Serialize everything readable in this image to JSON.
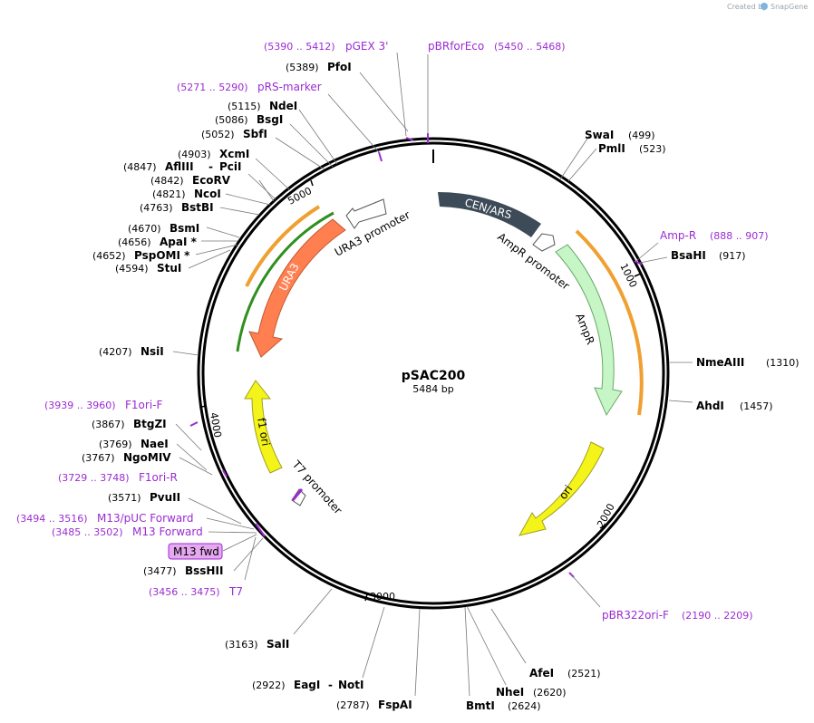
{
  "credit": {
    "prefix": "Created by",
    "brand": "SnapGene"
  },
  "plasmid": {
    "name": "pSAC200",
    "length": "5484 bp"
  },
  "ticks": [
    "1000",
    "2000",
    "3000",
    "4000",
    "5000"
  ],
  "features": [
    {
      "name": "CEN/ARS"
    },
    {
      "name": "AmpR promoter"
    },
    {
      "name": "AmpR"
    },
    {
      "name": "ori"
    },
    {
      "name": "T7 promoter"
    },
    {
      "name": "f1 ori"
    },
    {
      "name": "URA3"
    },
    {
      "name": "URA3 promoter"
    }
  ],
  "enzymes": [
    {
      "pos": "(5389)",
      "name": "PfoI"
    },
    {
      "pos": "(5115)",
      "name": "NdeI"
    },
    {
      "pos": "(5086)",
      "name": "BsgI"
    },
    {
      "pos": "(5052)",
      "name": "SbfI"
    },
    {
      "pos": "(4903)",
      "name": "XcmI"
    },
    {
      "pos": "(4847)",
      "name": "AflIII",
      "name2": "PciI"
    },
    {
      "pos": "(4842)",
      "name": "EcoRV"
    },
    {
      "pos": "(4821)",
      "name": "NcoI"
    },
    {
      "pos": "(4763)",
      "name": "BstBI"
    },
    {
      "pos": "(4670)",
      "name": "BsmI"
    },
    {
      "pos": "(4656)",
      "name": "ApaI *"
    },
    {
      "pos": "(4652)",
      "name": "PspOMI *"
    },
    {
      "pos": "(4594)",
      "name": "StuI"
    },
    {
      "pos": "(4207)",
      "name": "NsiI"
    },
    {
      "pos": "(3867)",
      "name": "BtgZI"
    },
    {
      "pos": "(3769)",
      "name": "NaeI"
    },
    {
      "pos": "(3767)",
      "name": "NgoMIV"
    },
    {
      "pos": "(3571)",
      "name": "PvuII"
    },
    {
      "pos": "(3477)",
      "name": "BssHII"
    },
    {
      "pos": "(3163)",
      "name": "SalI"
    },
    {
      "pos": "(2922)",
      "name": "EagI",
      "name2": "NotI"
    },
    {
      "pos": "(2787)",
      "name": "FspAI"
    },
    {
      "pos": "(2624)",
      "name": "BmtI"
    },
    {
      "pos": "(2620)",
      "name": "NheI"
    },
    {
      "pos": "(2521)",
      "name": "AfeI"
    },
    {
      "pos": "(1457)",
      "name": "AhdI"
    },
    {
      "pos": "(1310)",
      "name": "NmeAIII"
    },
    {
      "pos": "(917)",
      "name": "BsaHI"
    },
    {
      "pos": "(523)",
      "name": "PmlI"
    },
    {
      "pos": "(499)",
      "name": "SwaI"
    }
  ],
  "primers": [
    {
      "pos": "(5390 .. 5412)",
      "name": "pGEX 3'"
    },
    {
      "pos": "(5450 .. 5468)",
      "name": "pBRforEco"
    },
    {
      "pos": "(5271 .. 5290)",
      "name": "pRS-marker"
    },
    {
      "pos": "(888 .. 907)",
      "name": "Amp-R"
    },
    {
      "pos": "(2190 .. 2209)",
      "name": "pBR322ori-F"
    },
    {
      "pos": "(3939 .. 3960)",
      "name": "F1ori-F"
    },
    {
      "pos": "(3729 .. 3748)",
      "name": "F1ori-R"
    },
    {
      "pos": "(3494 .. 3516)",
      "name": "M13/pUC Forward"
    },
    {
      "pos": "(3485 .. 3502)",
      "name": "M13 Forward"
    },
    {
      "pos": "(3456 .. 3475)",
      "name": "T7"
    }
  ],
  "boxed_primer": {
    "name": "M13 fwd"
  },
  "colors": {
    "backbone": "#000000",
    "cen_ars": "#3d4a57",
    "ampr": "#c6f5c6",
    "ori": "#f4f41a",
    "f1ori": "#f4f41a",
    "ura3": "#ff7f50",
    "promoter": "#ffffff",
    "primer": "#9b2bd1",
    "orange_primer": "#f0a030",
    "green_orf": "#2f8f1f",
    "m13_box": "#e6a8f0"
  }
}
